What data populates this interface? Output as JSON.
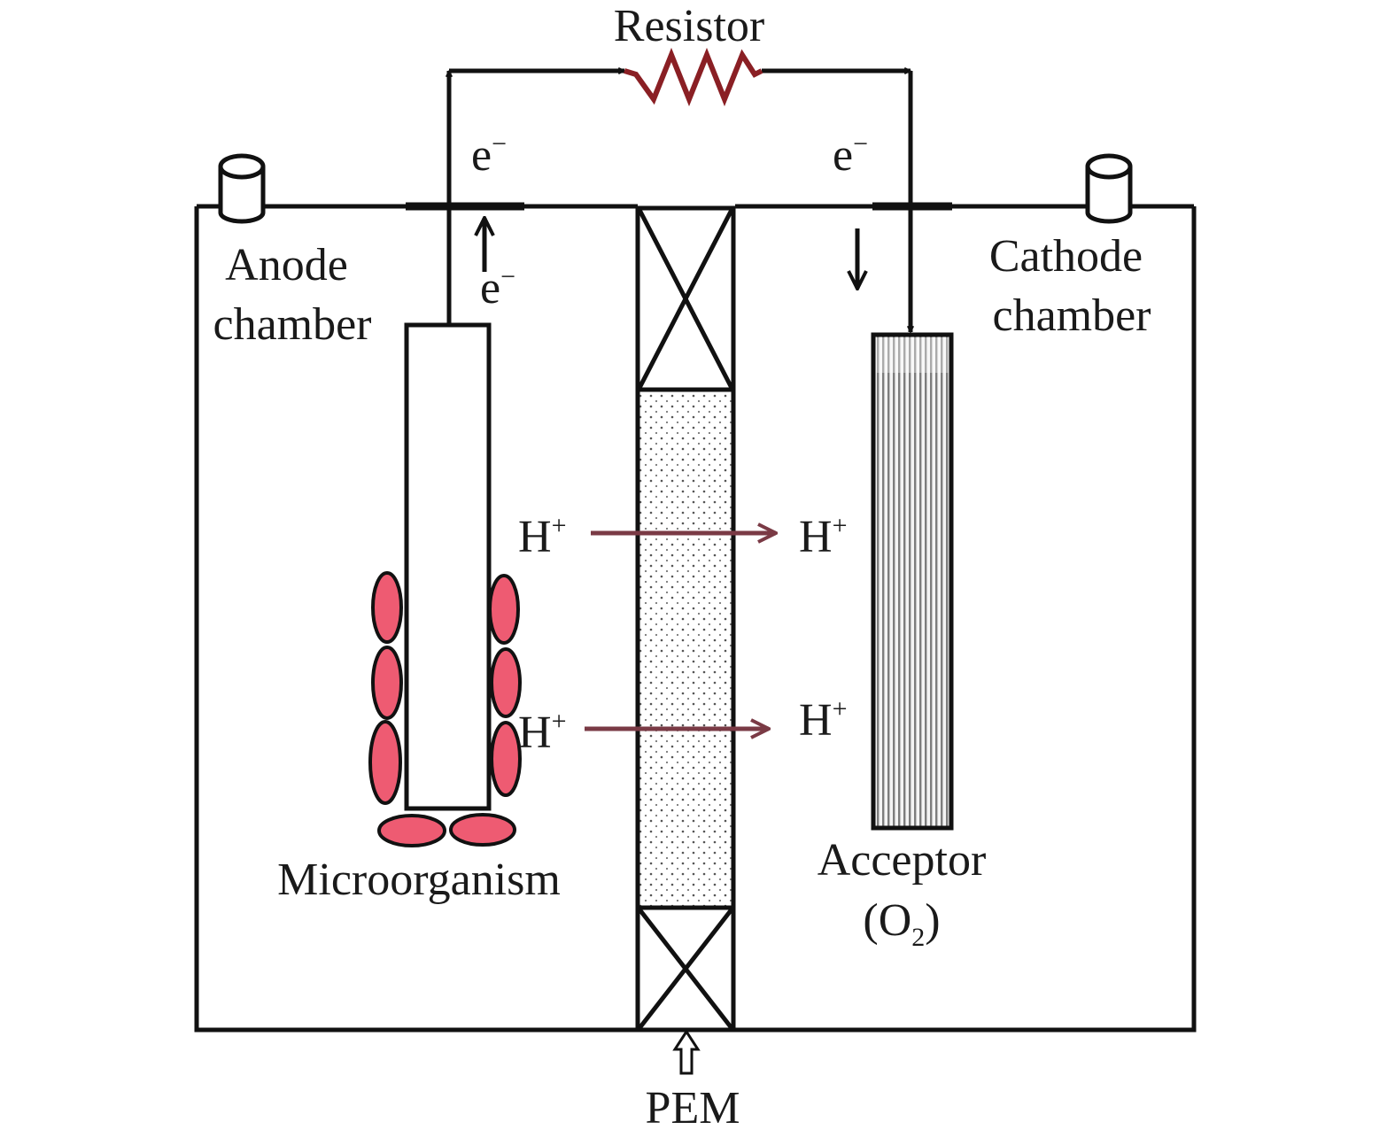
{
  "labels": {
    "resistor": "Resistor",
    "electron": "e",
    "electron_charge": "−",
    "anode_line1": "Anode",
    "anode_line2": "chamber",
    "cathode_line1": "Cathode",
    "cathode_line2": "chamber",
    "proton": "H",
    "proton_charge": "+",
    "microorganism": "Microorganism",
    "acceptor_line1": "Acceptor",
    "acceptor_open": "(O",
    "acceptor_sub": "2",
    "acceptor_close": ")",
    "pem": "PEM"
  },
  "colors": {
    "outline": "#111111",
    "resistor": "#8a1f24",
    "proton_arrow": "#7a3a45",
    "microbe_fill": "#ee5b72",
    "cathode_stripe": "#8c8c8c"
  }
}
